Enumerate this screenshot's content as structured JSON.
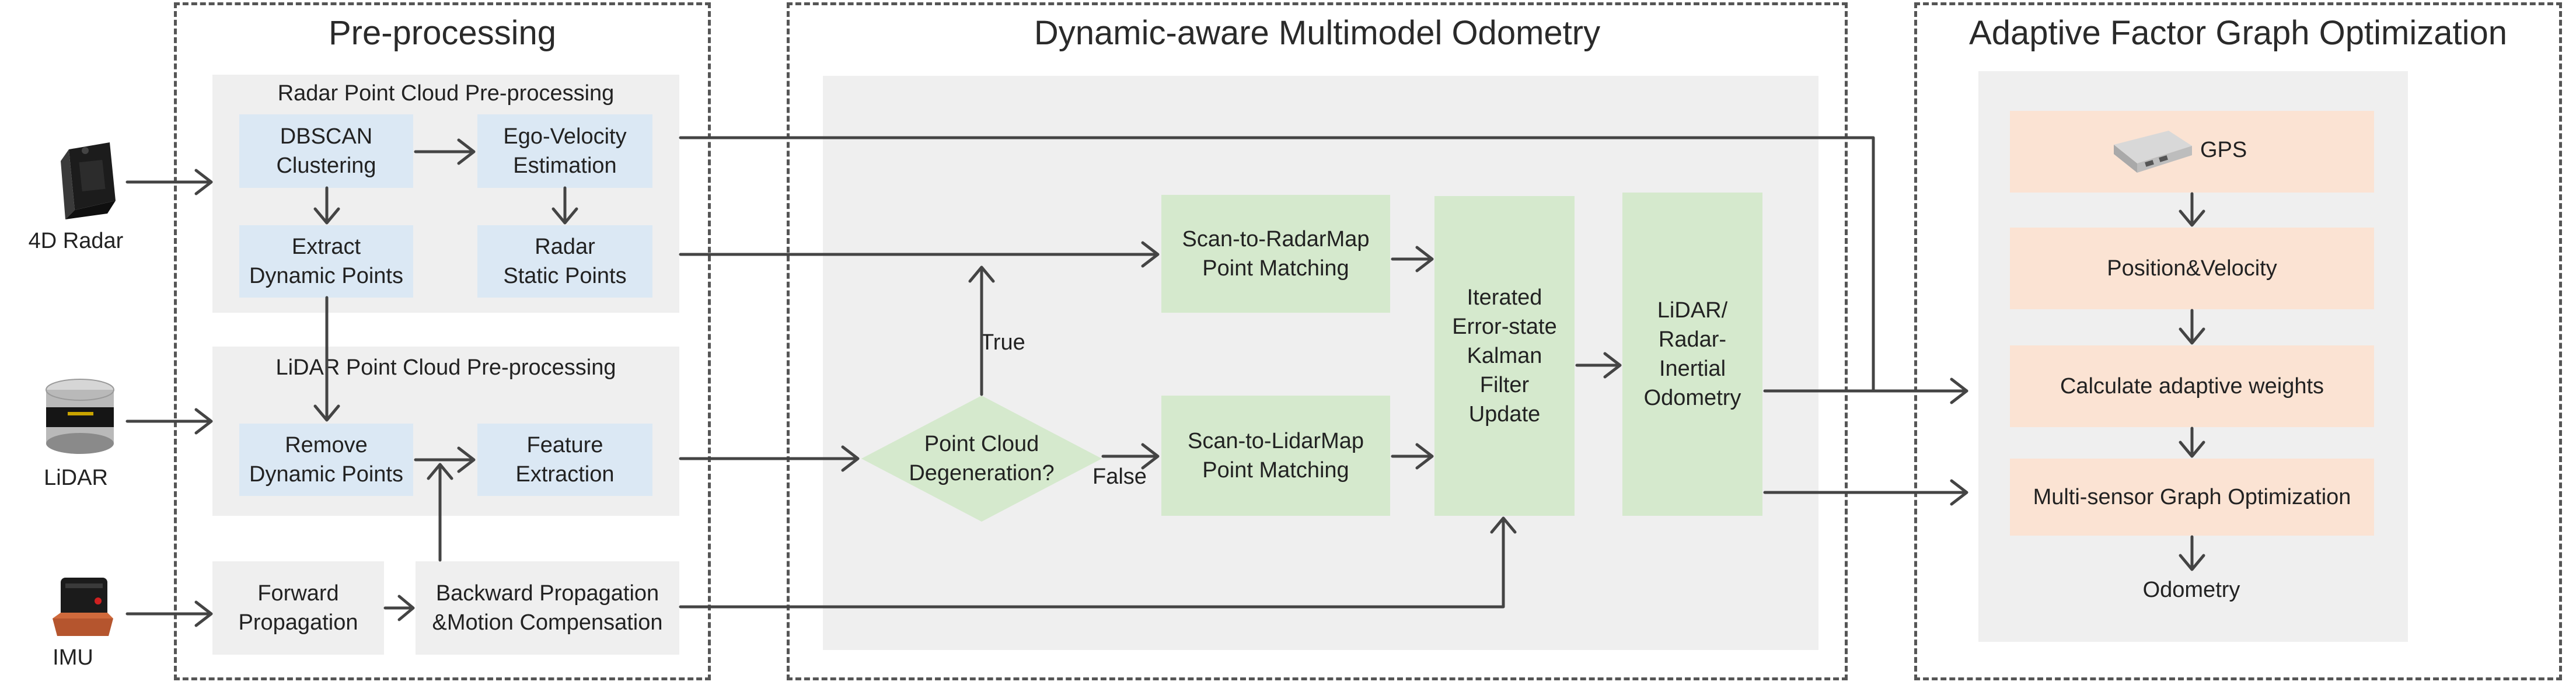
{
  "sections": {
    "preprocessing": "Pre-processing",
    "odometry": "Dynamic-aware Multimodel Odometry",
    "optimization": "Adaptive Factor Graph Optimization"
  },
  "sensors": {
    "radar": "4D Radar",
    "lidar": "LiDAR",
    "imu": "IMU"
  },
  "preprocessing": {
    "radar_group_title": "Radar Point Cloud Pre-processing",
    "dbscan": "DBSCAN\nClustering",
    "ego_velocity": "Ego-Velocity\nEstimation",
    "extract_dynamic": "Extract\nDynamic Points",
    "radar_static": "Radar\nStatic Points",
    "lidar_group_title": "LiDAR Point\nCloud Pre-processing",
    "remove_dynamic": "Remove\nDynamic Points",
    "feature_extraction": "Feature\nExtraction",
    "forward_propagation": "Forward\nPropagation",
    "backward_propagation": "Backward Propagation\n&Motion Compensation"
  },
  "odometry": {
    "scan_radar": "Scan-to-RadarMap\nPoint Matching",
    "scan_lidar": "Scan-to-LidarMap\nPoint Matching",
    "degeneration": "Point Cloud\nDegeneration?",
    "true_label": "True",
    "false_label": "False",
    "iekf": "Iterated\nError-state\nKalman\nFilter\nUpdate",
    "lio": "LiDAR/\nRadar-\nInertial\nOdometry"
  },
  "optimization": {
    "gps": "GPS",
    "position_velocity": "Position&Velocity",
    "adaptive_weights": "Calculate adaptive weights",
    "graph_optimization": "Multi-sensor Graph Optimization",
    "odometry_output": "Odometry"
  },
  "colors": {
    "blue_box": "#dbe8f4",
    "green_box": "#d5e9cd",
    "peach_box": "#fbe3d3",
    "gray_panel": "#efefef",
    "arrow": "#444444"
  }
}
